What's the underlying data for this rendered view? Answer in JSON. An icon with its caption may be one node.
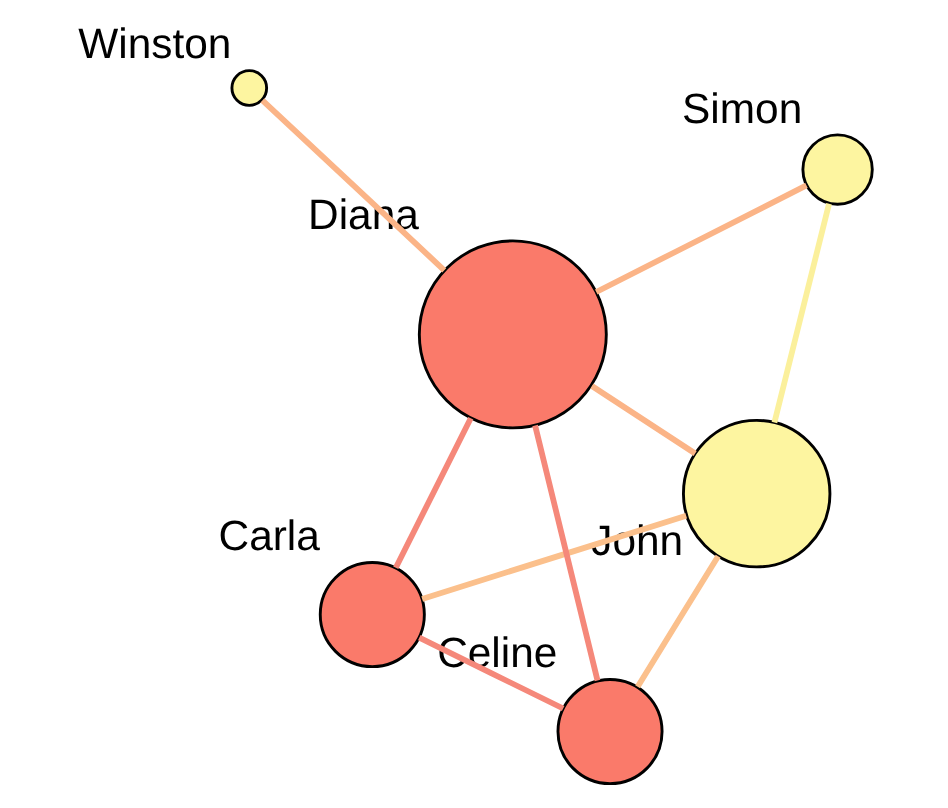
{
  "diagram": {
    "nodes": [
      {
        "text": [],
        "shape": "circle",
        "beside": [
          "Carla"
        ]
      },
      {
        "text": [],
        "shape": "circle",
        "beside": [
          "John"
        ]
      },
      {
        "text": [],
        "shape": "circle",
        "beside": [
          "Celine"
        ]
      },
      {
        "text": [],
        "shape": "circle",
        "beside": [
          "Diana"
        ]
      },
      {
        "text": [],
        "shape": "circle",
        "beside": [
          "Simon"
        ]
      },
      {
        "text": [],
        "shape": "circle",
        "beside": [
          "Winston"
        ]
      }
    ],
    "edges": [
      {
        "from": 1,
        "to": 0,
        "arrow": "none",
        "color": "#fbc08c"
      },
      {
        "from": 1,
        "to": 2,
        "arrow": "none",
        "color": "#fbc08c"
      },
      {
        "from": 1,
        "to": 3,
        "arrow": "none",
        "color": "#fbb487"
      },
      {
        "from": 1,
        "to": 4,
        "arrow": "none",
        "color": "#fbf09c"
      },
      {
        "from": 4,
        "to": 3,
        "arrow": "none",
        "color": "#fbb487"
      },
      {
        "from": 0,
        "to": 2,
        "arrow": "none",
        "color": "#f5887a"
      },
      {
        "from": 0,
        "to": 3,
        "arrow": "none",
        "color": "#f5887a"
      },
      {
        "from": 2,
        "to": 3,
        "arrow": "none",
        "color": "#f5887a"
      },
      {
        "from": 3,
        "to": 5,
        "arrow": "none",
        "color": "#fbb487"
      }
    ]
  }
}
